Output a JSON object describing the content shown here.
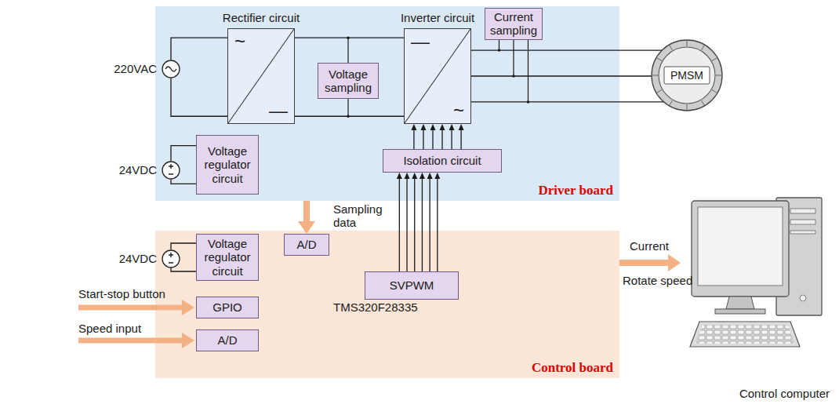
{
  "diagram": {
    "nodes": [
      {
        "text": [
          "Driver board"
        ]
      },
      {
        "text": [
          "Rectifier circuit",
          "~",
          "—"
        ],
        "in": 0
      },
      {
        "text": [
          "Voltage sampling"
        ],
        "in": 0
      },
      {
        "text": [
          "Inverter circuit",
          "—",
          "~"
        ],
        "in": 0
      },
      {
        "text": [
          "Current sampling"
        ],
        "in": 0
      },
      {
        "text": [
          "Isolation circuit"
        ],
        "in": 0
      },
      {
        "text": [
          "Voltage regulator circuit"
        ],
        "in": 0
      },
      {
        "text": [
          "PMSM"
        ]
      },
      {
        "text": [
          "Control board",
          "TMS320F28335"
        ]
      },
      {
        "text": [
          "Voltage regulator circuit"
        ],
        "in": 8
      },
      {
        "text": [
          "A/D"
        ],
        "in": 8
      },
      {
        "text": [
          "SVPWM"
        ],
        "in": 8
      },
      {
        "text": [
          "GPIO"
        ],
        "in": 8
      },
      {
        "text": [
          "A/D"
        ],
        "in": 8
      },
      {
        "text": [
          "Control computer"
        ]
      },
      {
        "text": [
          "220VAC"
        ]
      },
      {
        "text": [
          "24VDC"
        ]
      },
      {
        "text": [
          "24VDC"
        ]
      }
    ],
    "edges": [
      {
        "from": 15,
        "to": 1,
        "arrow": "none"
      },
      {
        "from": 15,
        "to": 1,
        "arrow": "none"
      },
      {
        "from": 1,
        "to": 3,
        "arrow": "none"
      },
      {
        "from": 1,
        "to": 3,
        "arrow": "none"
      },
      {
        "from": 3,
        "to": 7,
        "arrow": "none"
      },
      {
        "from": 3,
        "to": 7,
        "arrow": "none"
      },
      {
        "from": 3,
        "to": 7,
        "arrow": "none"
      },
      {
        "from": 5,
        "to": 3,
        "arrow": "to"
      },
      {
        "from": 5,
        "to": 3,
        "arrow": "to"
      },
      {
        "from": 5,
        "to": 3,
        "arrow": "to"
      },
      {
        "from": 5,
        "to": 3,
        "arrow": "to"
      },
      {
        "from": 5,
        "to": 3,
        "arrow": "to"
      },
      {
        "from": 5,
        "to": 3,
        "arrow": "to"
      },
      {
        "from": 11,
        "to": 5,
        "arrow": "to"
      },
      {
        "from": 11,
        "to": 5,
        "arrow": "to"
      },
      {
        "from": 11,
        "to": 5,
        "arrow": "to"
      },
      {
        "from": 11,
        "to": 5,
        "arrow": "to"
      },
      {
        "from": 11,
        "to": 5,
        "arrow": "to"
      },
      {
        "from": 11,
        "to": 5,
        "arrow": "to"
      },
      {
        "from": 16,
        "to": 6,
        "arrow": "none"
      },
      {
        "from": 16,
        "to": 6,
        "arrow": "none"
      },
      {
        "from": 17,
        "to": 9,
        "arrow": "none"
      },
      {
        "from": 17,
        "to": 9,
        "arrow": "none"
      },
      {
        "from": 0,
        "to": 10,
        "label": "Sampling data",
        "arrow": "to"
      },
      {
        "from": 8,
        "to": 14,
        "label": "Current",
        "arrow": "to"
      }
    ],
    "labels": [
      "Start-stop button",
      "Speed input",
      "Rotate speed"
    ]
  }
}
